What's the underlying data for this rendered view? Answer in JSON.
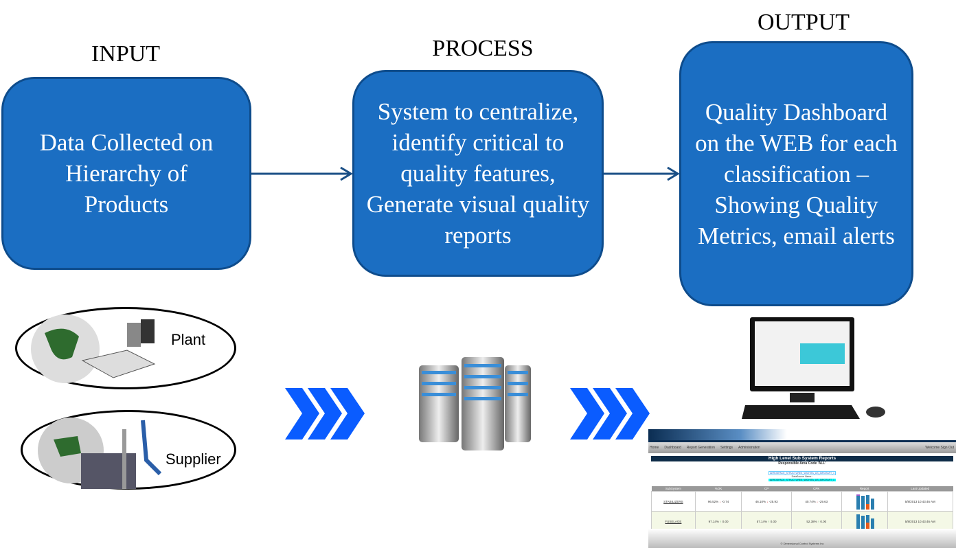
{
  "input": {
    "title": "INPUT",
    "box": "Data Collected on Hierarchy of Products",
    "plant": "Plant",
    "supplier": "Supplier"
  },
  "process": {
    "title": "PROCESS",
    "box": "System to centralize, identify critical to quality features, Generate visual quality reports"
  },
  "output": {
    "title": "OUTPUT",
    "box": "Quality Dashboard on the WEB for each classification – Showing Quality Metrics, email alerts"
  },
  "colors": {
    "box": "#1b6ec2",
    "border": "#0e4c8c",
    "chevron": "#0a5cff"
  },
  "dashboard": {
    "nav": [
      "Home",
      "Dashboard",
      "Report Generation",
      "Settings",
      "Administration"
    ],
    "signout": "Welcome Sign Out",
    "title": "High Level Sub System Reports",
    "subtitle": "Responsible Area Code 'ALL'",
    "source_label": "DataSource Name :",
    "source": "AEROSPACE_STRUCTURES_WICHITA_US_AIRCRAFT_1",
    "columns": [
      "SubSystem",
      "%OK",
      "CP",
      "CPK",
      "Report",
      "Last Updated"
    ],
    "rows": [
      {
        "name": "STABILIZERS",
        "ok": "96.52%",
        "ok_d": "-0.74",
        "cp": "46.10%",
        "cp_d": "-25.93",
        "cpk": "40.74%",
        "cpk_d": "-29.63",
        "trend": "down",
        "updated": "5/8/2013 10:43:46 AM"
      },
      {
        "name": "FUSELAGE",
        "ok": "97.14%",
        "ok_d": "0.00",
        "cp": "57.14%",
        "cp_d": "0.00",
        "cpk": "52.38%",
        "cpk_d": "0.00",
        "trend": "up",
        "updated": "5/8/2013 10:43:46 AM"
      }
    ],
    "footer": "© Dimensional Control Systems Inc"
  }
}
